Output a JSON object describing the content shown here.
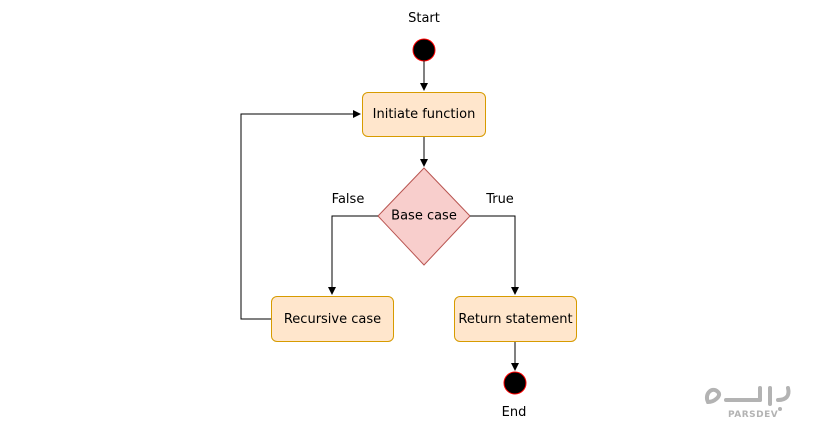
{
  "nodes": {
    "start_label": "Start",
    "end_label": "End",
    "initiate": "Initiate function",
    "decision": "Base case",
    "recursive": "Recursive case",
    "return": "Return statement"
  },
  "edges": {
    "false_label": "False",
    "true_label": "True"
  },
  "colors": {
    "process_fill": "#ffe6cc",
    "process_border": "#d79b00",
    "decision_fill": "#f8cecc",
    "decision_border": "#b85450",
    "terminal_fill": "#000000",
    "terminal_border": "#ff0000"
  },
  "watermark": {
    "text": "PARSDEV",
    "logo": "پارسدو"
  }
}
